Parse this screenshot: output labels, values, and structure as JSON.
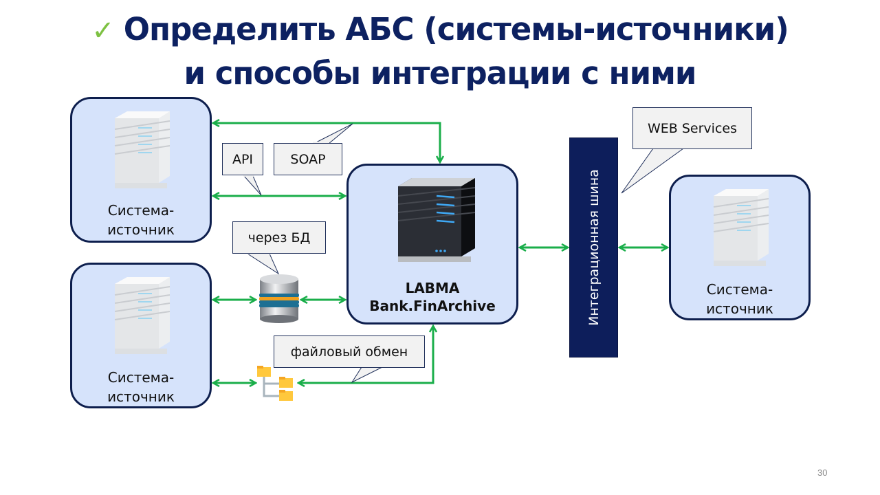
{
  "title": {
    "check_icon": "checkmark-icon",
    "line1": "Определить АБС (системы-источники)",
    "line2": "и способы интеграции с ними"
  },
  "colors": {
    "title": "#0d2161",
    "check": "#7dc142",
    "arrow": "#1aae4a",
    "box_fill": "#d6e3fb",
    "box_border": "#0d1e4d",
    "bus_fill": "#0d1e5b",
    "callout_fill": "#f2f2f2"
  },
  "nodes": {
    "source_top_left": {
      "line1": "Система-",
      "line2": "источник",
      "icon": "server-white-icon"
    },
    "source_bottom_left": {
      "line1": "Система-",
      "line2": "источник",
      "icon": "server-white-icon"
    },
    "source_right": {
      "line1": "Система-",
      "line2": "источник",
      "icon": "server-white-icon"
    },
    "main": {
      "line1": "LABMA",
      "line2": "Bank.FinArchive",
      "icon": "server-dark-icon"
    },
    "bus": {
      "label": "Интеграционная шина"
    },
    "database": {
      "icon": "database-icon"
    },
    "files": {
      "icon": "folder-tree-icon"
    }
  },
  "callouts": {
    "api": "API",
    "soap": "SOAP",
    "db": "через БД",
    "file": "файловый  обмен",
    "web": "WEB Services"
  },
  "page_number": "30"
}
